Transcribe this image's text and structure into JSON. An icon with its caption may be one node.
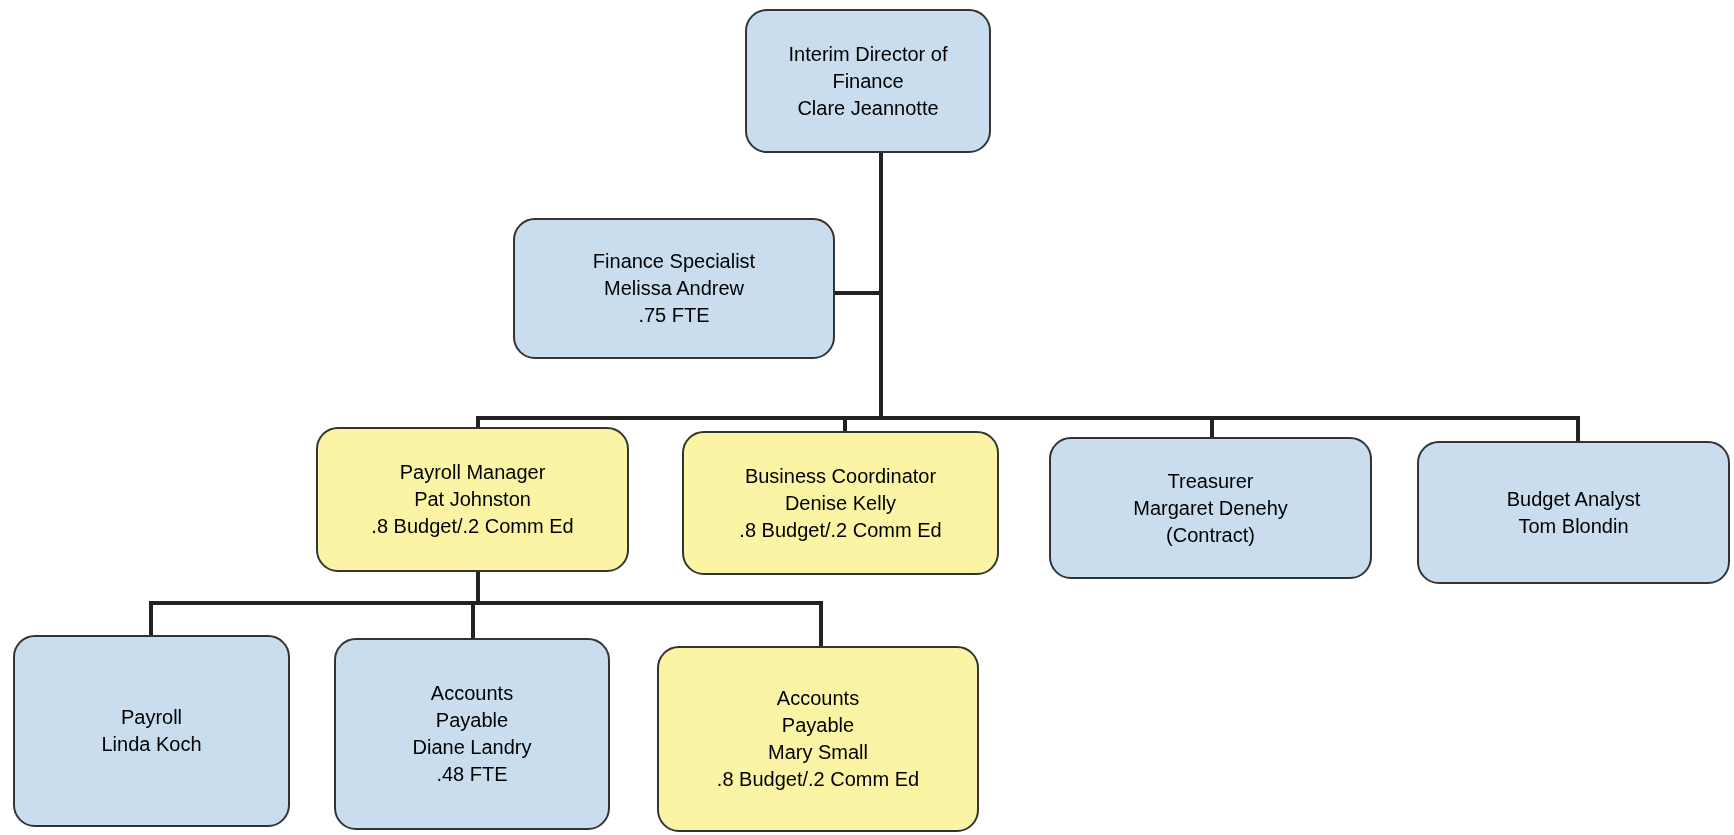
{
  "diagram": {
    "nodes": [
      {
        "text": [
          "Interim Director of Finance",
          "Clare Jeannotte"
        ]
      },
      {
        "text": [
          "Finance Specialist",
          "Melissa Andrew",
          ".75 FTE"
        ]
      },
      {
        "text": [
          "Payroll Manager",
          "Pat Johnston",
          ".8 Budget/.2 Comm Ed"
        ]
      },
      {
        "text": [
          "Business Coordinator",
          "Denise Kelly",
          ".8 Budget/.2 Comm Ed"
        ]
      },
      {
        "text": [
          "Treasurer",
          "Margaret Denehy",
          "(Contract)"
        ]
      },
      {
        "text": [
          "Budget Analyst",
          "Tom Blondin"
        ]
      },
      {
        "text": [
          "Payroll",
          "Linda Koch"
        ]
      },
      {
        "text": [
          "Accounts Payable",
          "Diane Landry",
          ".48 FTE"
        ]
      },
      {
        "text": [
          "Accounts Payable",
          "Mary Small",
          ".8 Budget/.2 Comm Ed"
        ]
      }
    ],
    "edges": [
      {
        "from": 0,
        "to": 1,
        "arrow": "none"
      },
      {
        "from": 0,
        "to": 2,
        "arrow": "none"
      },
      {
        "from": 0,
        "to": 3,
        "arrow": "none"
      },
      {
        "from": 0,
        "to": 4,
        "arrow": "none"
      },
      {
        "from": 0,
        "to": 5,
        "arrow": "none"
      },
      {
        "from": 2,
        "to": 6,
        "arrow": "none"
      },
      {
        "from": 2,
        "to": 7,
        "arrow": "none"
      },
      {
        "from": 2,
        "to": 8,
        "arrow": "none"
      }
    ]
  }
}
